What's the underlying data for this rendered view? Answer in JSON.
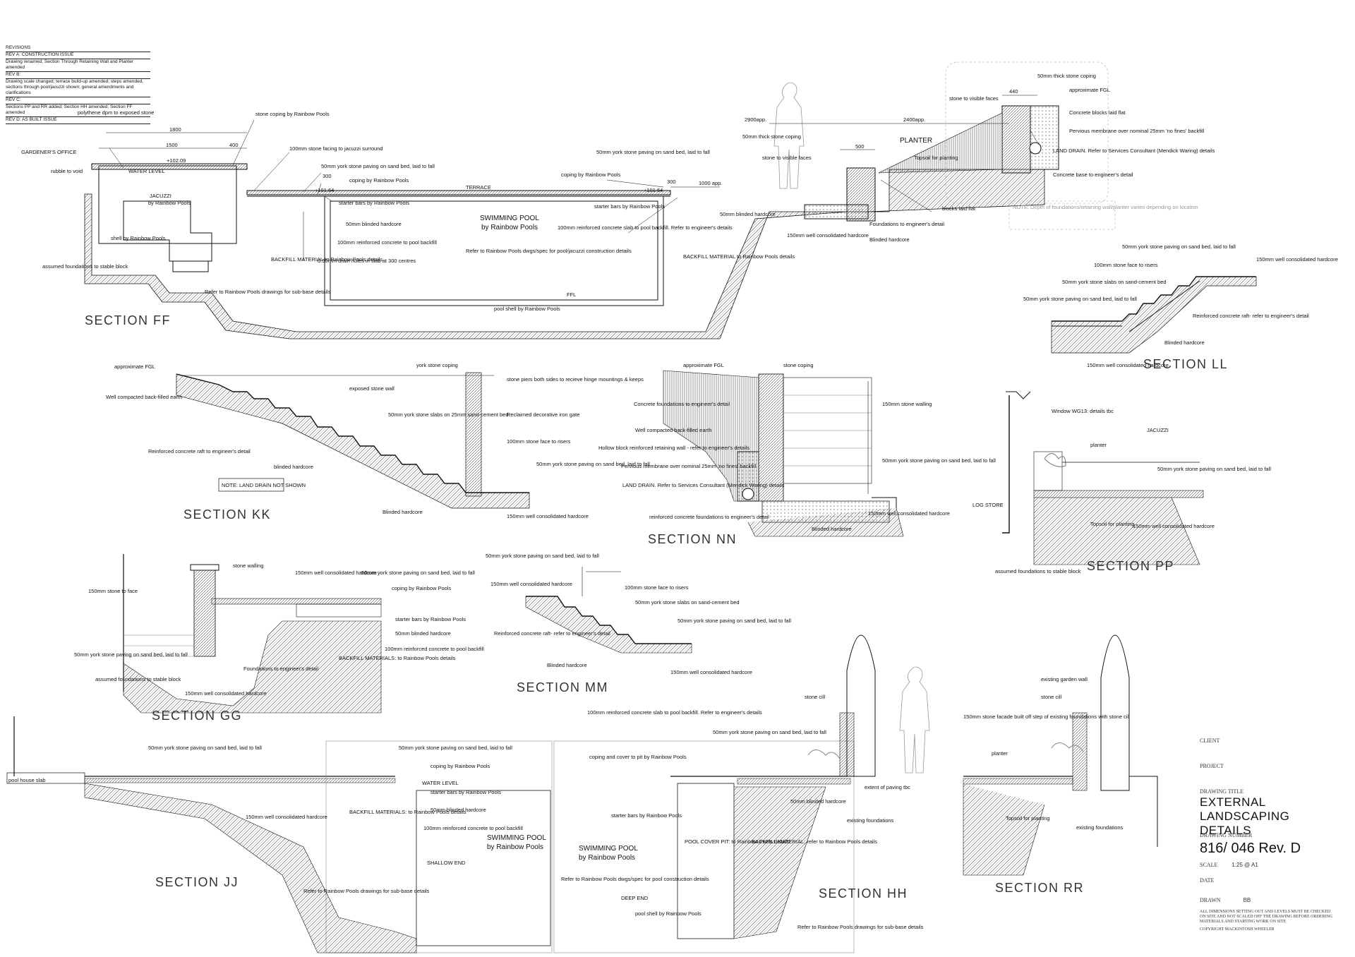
{
  "revisions": {
    "heading": "REVISIONS",
    "items": [
      "REV A: CONSTRUCTION ISSUE",
      "Drawing renamed; Section Through Retaining Wall and Planter amended",
      "REV B:",
      "Drawing scale changed; terrace build-up amended; steps amended, sections through pool/jacuzzi shown; general amendments and clarifications",
      "REV C:",
      "Sections PP and RR added; Section HH amended; Section FF amended",
      "REV D: AS BUILT ISSUE"
    ]
  },
  "sections": {
    "ff": "SECTION FF",
    "kk": "SECTION KK",
    "nn": "SECTION NN",
    "ll": "SECTION LL",
    "pp": "SECTION PP",
    "gg": "SECTION GG",
    "mm": "SECTION MM",
    "jj": "SECTION JJ",
    "hh": "SECTION HH",
    "rr": "SECTION RR"
  },
  "labels": {
    "ff": {
      "gardeners_office": "GARDENER'S OFFICE",
      "rubble": "rubble to void",
      "water_level": "WATER LEVEL",
      "jacuzzi": "JACUZZI",
      "jacuzzi_by": "by Rainbow Pools",
      "shell": "shell by Rainbow Pools",
      "assumed": "assumed foundations to stable block",
      "refer_sub": "Refer to Rainbow Pools drawings for sub-base details",
      "terrace": "TERRACE",
      "pool": "SWIMMING POOL",
      "pool_by": "by Rainbow Pools",
      "refer_dwgs": "Refer to Rainbow Pools dwgs/spec for pool/jacuzzi construction details",
      "ffl": "FFL",
      "pool_shell": "pool shell by Rainbow Pools",
      "backfill": "BACKFILL MATERIAL to Rainbow Pools details",
      "polythene": "polythene dpm to exposed stone",
      "stone_coping": "stone coping by Rainbow Pools",
      "stone_facing": "100mm stone facing to jacuzzi surround",
      "york_paving": "50mm york stone paving on sand bed, laid to fall",
      "coping": "coping by Rainbow Pools",
      "rc_backfill": "100mm reinforced concrete to pool backfill",
      "drain": "d.50mm drain holes in slab at 300 centres",
      "starter": "starter bars by Rainbow Pools",
      "blinded50": "50mm blinded hardcore",
      "rc_slab": "100mm reinforced concrete slab to pool backfill. Refer to engineer's details",
      "consolidated": "150mm well consolidated hardcore",
      "blocks": "blocks laid flat",
      "foundations": "Foundations to engineer's detail",
      "blinded": "Blinded hardcore",
      "thick_coping": "50mm thick stone coping",
      "stone_faces": "stone to visible faces",
      "planter": "PLANTER",
      "topsoil": "Topsoil for planting",
      "fgl": "approximate FGL",
      "concrete_blocks": "Concrete blocks laid flat",
      "pervious": "Pervious membrane over nominal 25mm 'no fines' backfill",
      "land_drain": "LAND DRAIN. Refer to Services Consultant (Mendick Waring) details",
      "concrete_base": "Concrete base to engineer's detail",
      "note": "NOTE: Depth of foundations/retaining wall/planter varies depending on location",
      "dim_1800": "1800",
      "dim_1500": "1500",
      "dim_400": "400",
      "dim_300": "300",
      "dim_2900": "2900app.",
      "dim_2400": "2400app.",
      "dim_1000": "1000 app.",
      "dim_500": "500",
      "dim_440": "440",
      "lvl_1": "+102.09",
      "lvl_2": "+101.64"
    },
    "kk": {
      "fgl": "approximate FGL",
      "coping": "york stone coping",
      "wall": "exposed stone wall",
      "earth": "Well compacted back-filled earth",
      "piers": "stone piers both sides to recieve hinge mountings & keeps",
      "gate": "Reclaimed decorative iron gate",
      "slabs": "50mm york stone slabs on 25mm sand-cement bed",
      "risers": "100mm stone face to risers",
      "raft": "Reinforced concrete raft to engineer's detail",
      "blinded": "blinded hardcore",
      "paving": "50mm york stone paving on sand bed, laid to fall",
      "note": "NOTE: LAND DRAIN NOT SHOWN",
      "blinded2": "Blinded hardcore",
      "cons": "150mm well consolidated hardcore"
    },
    "nn": {
      "fgl": "approximate FGL",
      "coping": "stone coping",
      "found": "Concrete foundations to engineer's detail",
      "earth": "Well compacted back-filled earth",
      "hollow": "Hollow block reinforced retaining wall - refer to engineer's details",
      "pervious": "Pervious membrane over nominal 25mm 'no fines' backfill",
      "land": "LAND DRAIN. Refer to Services Consultant (Mendick Waring) details",
      "rc": "reinforced concrete foundations to engineer's detail",
      "walling": "150mm stone walling",
      "paving": "50mm york stone paving on sand bed, laid to fall",
      "blinded": "Blinded hardcore",
      "cons": "150mm well consolidated hardcore"
    },
    "ll": {
      "paving": "50mm york stone paving on sand bed, laid to fall",
      "risers": "100mm stone face to risers",
      "slabs": "50mm york stone slabs on sand-cement bed",
      "paving2": "50mm york stone paving on sand bed, laid to fall",
      "raft": "Reinforced concrete raft- refer to engineer's detail",
      "blinded": "Blinded hardcore",
      "cons": "150mm well consolidated hardcore",
      "cons2": "150mm well consolidated hardcore"
    },
    "pp": {
      "window": "Window WG13: details tbc",
      "planter": "planter",
      "jacuzzi": "JACUZZI",
      "log": "LOG STORE",
      "paving": "50mm york stone paving on sand bed, laid to fall",
      "topsoil": "Topsoil for planting",
      "cons": "150mm well consolidated hardcore",
      "assumed": "assumed foundations to stable block"
    },
    "gg": {
      "walling": "stone walling",
      "face": "150mm stone to face",
      "cons": "150mm well consolidated hardcore",
      "paving": "50mm york stone paving on sand bed, laid to fall",
      "coping": "coping by Rainbow Pools",
      "starter": "starter bars by Rainbow Pools",
      "blinded": "50mm blinded hardcore",
      "rc": "100mm reinforced concrete to pool backfill",
      "paving2": "50mm york stone paving on sand bed, laid to fall",
      "found": "Foundations to engineer's detail",
      "backfill": "BACKFILL MATERIALS: to Rainbow Pools details",
      "assumed": "assumed foundations to stable block",
      "cons2": "150mm well consolidated hardcore"
    },
    "mm": {
      "paving": "50mm york stone paving on sand bed, laid to fall",
      "cons": "150mm well consolidated hardcore",
      "risers": "100mm stone face to risers",
      "slabs": "50mm york stone slabs on sand-cement bed",
      "raft": "Reinforced concrete raft- refer to engineer's detail",
      "paving2": "50mm york stone paving on sand bed, laid to fall",
      "blinded": "Blinded hardcore",
      "cons2": "150mm well consolidated hardcore"
    },
    "jj": {
      "paving": "50mm york stone paving on sand bed, laid to fall",
      "slab": "pool house slab",
      "cons": "150mm well consolidated hardcore",
      "paving2": "50mm york stone paving on sand bed, laid to fall",
      "coping": "coping by Rainbow Pools",
      "water": "WATER LEVEL",
      "starter": "starter bars by Rainbow Pools",
      "blinded": "50mm blinded hardcore",
      "backfill": "BACKFILL MATERIALS: to Rainbow Pools details",
      "rc": "100mm reinforced concrete to pool backfill",
      "pool": "SWIMMING POOL",
      "pool_by": "by Rainbow Pools",
      "shallow": "SHALLOW END",
      "refer": "Refer to Rainbow Pools drawings for sub-base details"
    },
    "hh": {
      "rc": "100mm reinforced concrete slab to pool backfill. Refer to engineer's details",
      "cover": "coping and cover to pit by Rainbow Pools",
      "paving": "50mm york stone paving on sand bed, laid to fall",
      "cill": "stone cill",
      "extent": "extent of paving tbc",
      "blinded": "50mm blinded hardcore",
      "starter": "starter bars by Rainbow Pools",
      "existing": "existing foundations",
      "pool": "SWIMMING POOL",
      "pool_by": "by Rainbow Pools",
      "pit": "POOL COVER PIT: to Rainbow Pools details",
      "backfill": "BACKFILL MATERIAL: refer to Rainbow Pools details",
      "refer": "Refer to Rainbow Pools dwgs/spec for pool construction details",
      "deep": "DEEP END",
      "shell": "pool shell by Rainbow Pools",
      "refer2": "Refer to Rainbow Pools drawings for sub-base details"
    },
    "rr": {
      "garden": "existing garden wall",
      "cill": "stone cill",
      "facade": "150mm stone facade built off step of existing foundations with stone cill",
      "planter": "planter",
      "topsoil": "Topsoil for planting",
      "existing": "existing foundations"
    }
  },
  "title_block": {
    "client": "CLIENT",
    "project": "PROJECT",
    "drawing_title_label": "DRAWING TITLE",
    "drawing_title": "EXTERNAL LANDSCAPING DETAILS",
    "drawing_number_label": "DRAWING NUMBER",
    "drawing_number": "816/ 046 Rev. D",
    "scale_label": "SCALE",
    "scale": "1:25 @ A1",
    "date_label": "DATE",
    "drawn_label": "DRAWN",
    "drawn": "BB",
    "note": "ALL DIMENSIONS SETTING OUT AND LEVELS MUST BE CHECKED ON SITE AND NOT SCALED OFF THE DRAWING BEFORE ORDERING MATERIALS AND STARTING WORK ON SITE",
    "copyright": "COPYRIGHT MACKINTOSH WHEELER"
  }
}
